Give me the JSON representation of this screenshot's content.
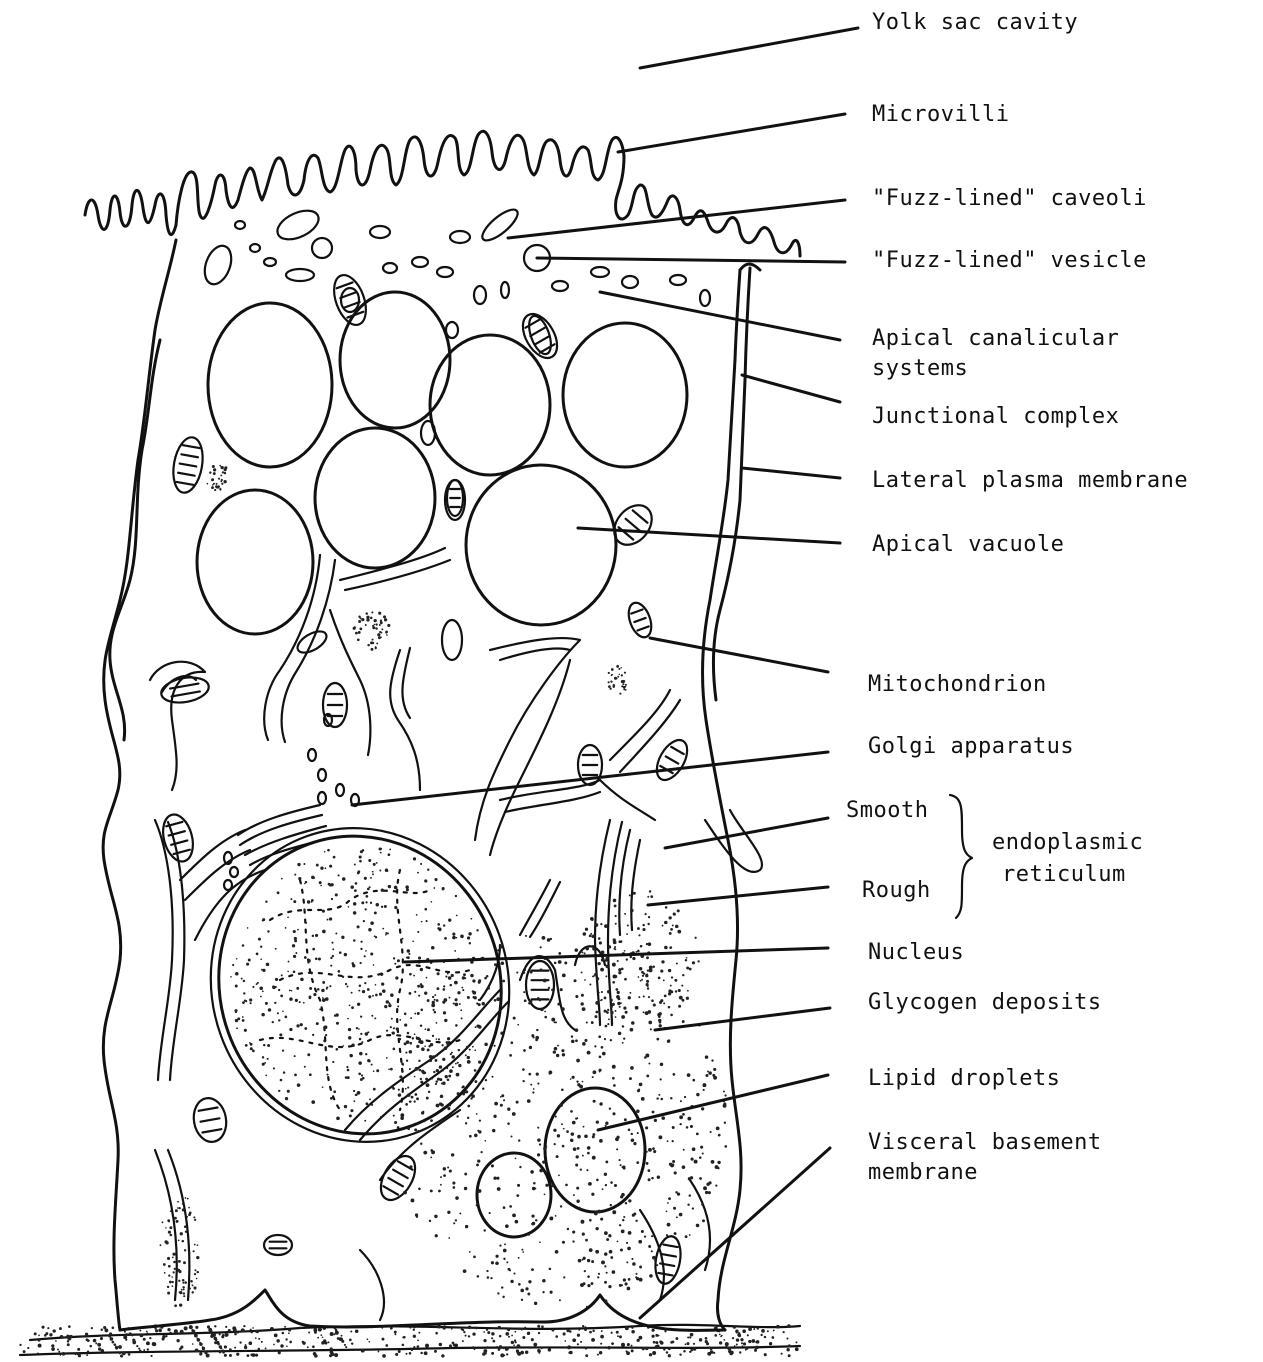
{
  "labels": {
    "yolk_sac_cavity": "Yolk sac cavity",
    "microvilli": "Microvilli",
    "fuzz_caveoli": "\"Fuzz-lined\" caveoli",
    "fuzz_vesicle": "\"Fuzz-lined\" vesicle",
    "apical_canalicular_1": "Apical canalicular",
    "apical_canalicular_2": "systems",
    "junctional_complex": "Junctional complex",
    "lateral_plasma_membrane": "Lateral plasma membrane",
    "apical_vacuole": "Apical vacuole",
    "mitochondrion": "Mitochondrion",
    "golgi_apparatus": "Golgi apparatus",
    "smooth": "Smooth",
    "rough": "Rough",
    "er_1": "endoplasmic",
    "er_2": "reticulum",
    "nucleus": "Nucleus",
    "glycogen_deposits": "Glycogen deposits",
    "lipid_droplets": "Lipid droplets",
    "visceral_basement_1": "Visceral basement",
    "visceral_basement_2": "membrane"
  }
}
